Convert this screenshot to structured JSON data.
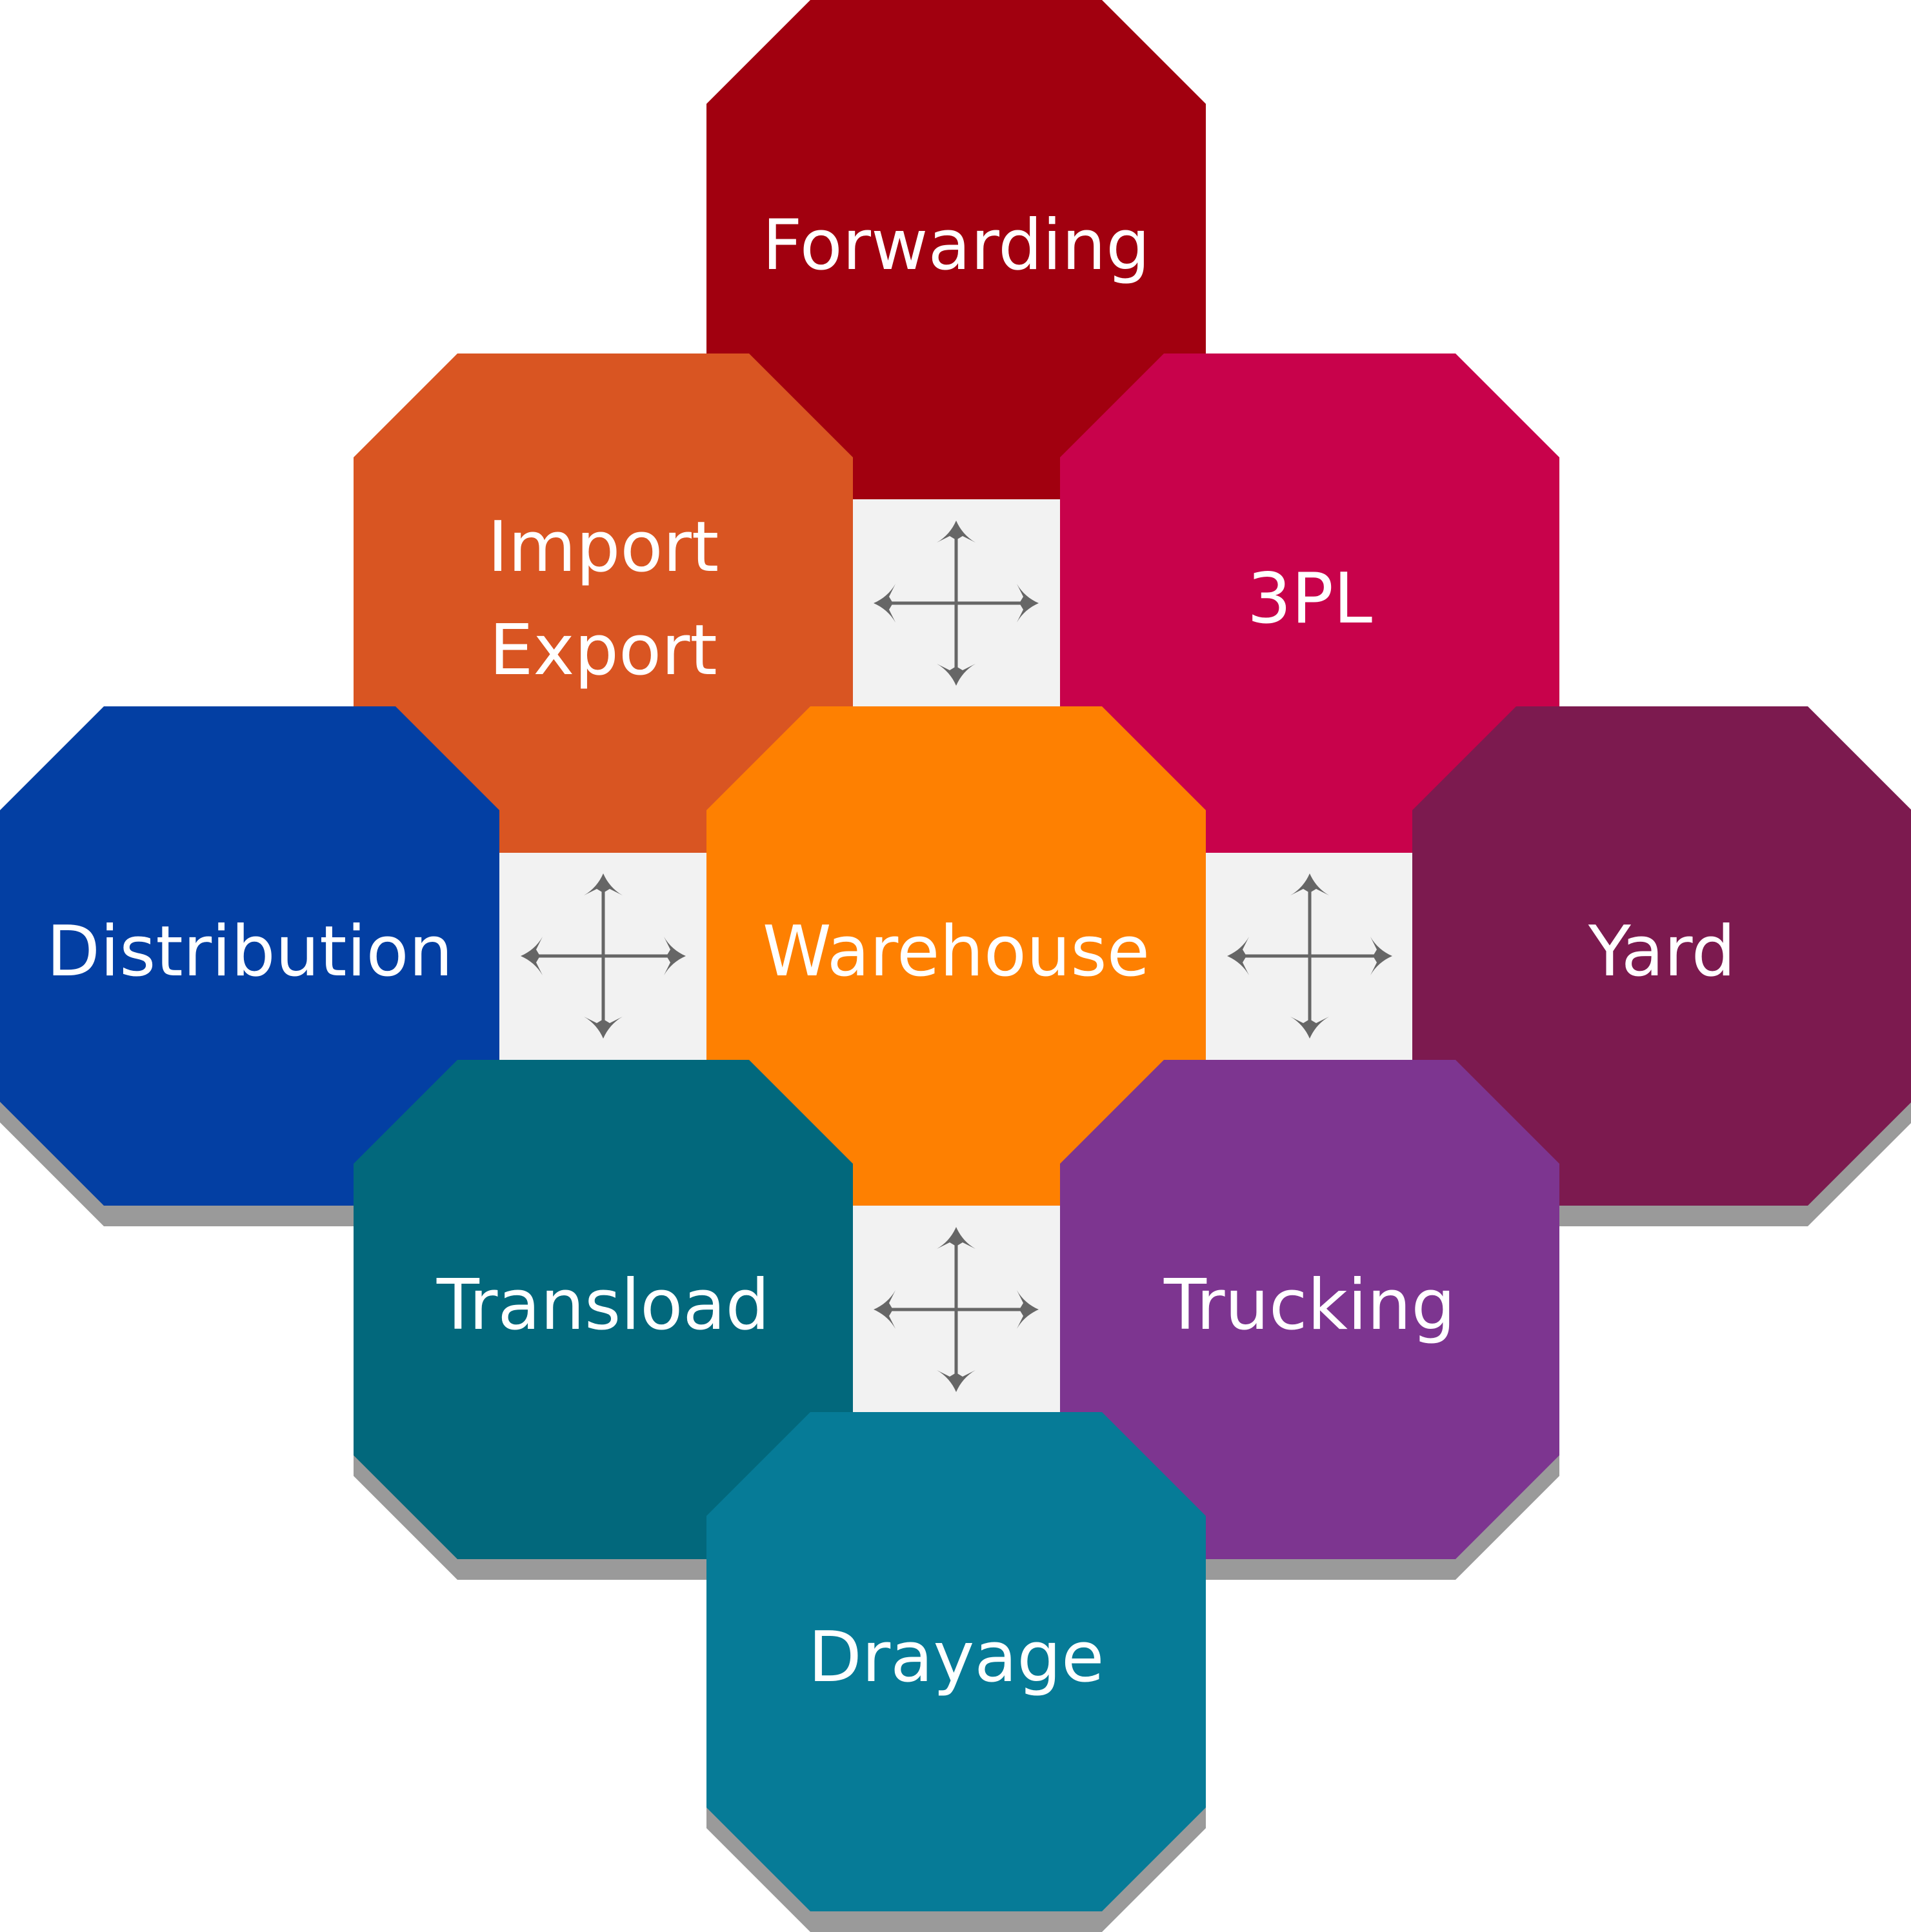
{
  "nodes": [
    {
      "id": "forwarding",
      "label": "Forwarding",
      "color": "#a1000f"
    },
    {
      "id": "import-export",
      "label_lines": [
        "Import",
        "Export"
      ],
      "color": "#d95522"
    },
    {
      "id": "3pl",
      "label": "3PL",
      "color": "#c8024b"
    },
    {
      "id": "distribution",
      "label": "Distribution",
      "color": "#033fa3"
    },
    {
      "id": "warehouse",
      "label": "Warehouse",
      "color": "#fe8001"
    },
    {
      "id": "yard",
      "label": "Yard",
      "color": "#7c1a4f"
    },
    {
      "id": "transload",
      "label": "Transload",
      "color": "#02687c"
    },
    {
      "id": "trucking",
      "label": "Trucking",
      "color": "#7d3590"
    },
    {
      "id": "drayage",
      "label": "Drayage",
      "color": "#067b97"
    }
  ],
  "connectors": [
    {
      "id": "top",
      "between": [
        "import-export",
        "3pl"
      ]
    },
    {
      "id": "left",
      "between": [
        "distribution",
        "warehouse"
      ]
    },
    {
      "id": "right",
      "between": [
        "warehouse",
        "yard"
      ]
    },
    {
      "id": "bottom",
      "between": [
        "transload",
        "trucking"
      ]
    }
  ],
  "colors": {
    "connector_background": "#f2f2f2",
    "arrow": "#666666",
    "shadow": "#9a9a9a",
    "text": "#ffffff"
  }
}
